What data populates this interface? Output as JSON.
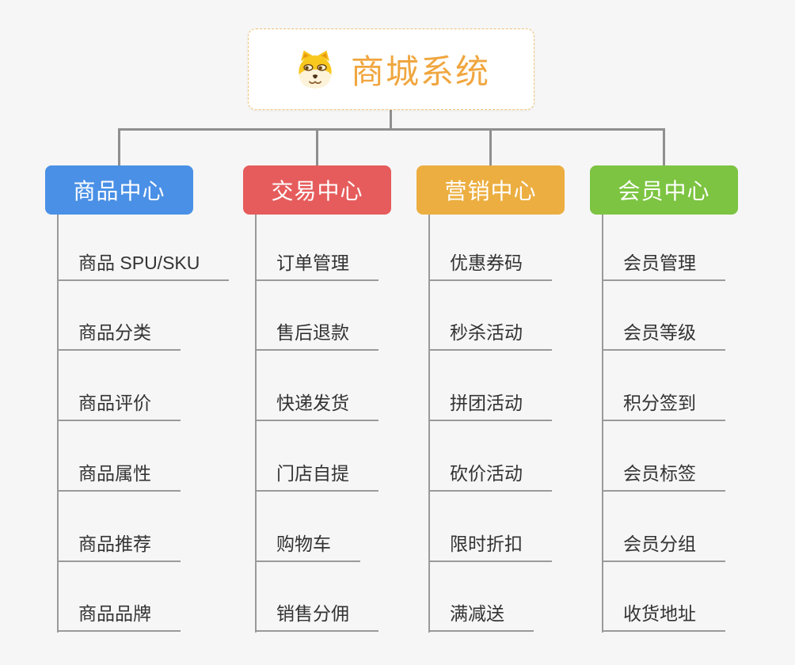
{
  "root": {
    "label": "商城系统",
    "icon": "shiba-dog-icon"
  },
  "palette": {
    "background": "#f6f6f6",
    "root_text": "#f0a63f",
    "root_border": "#f3c173",
    "connector": "#8f8f8f",
    "leaf_underline": "#9a9a9a",
    "leaf_text": "#333333",
    "branch_text": "#ffffff"
  },
  "branches": [
    {
      "label": "商品中心",
      "color": "#4a90e6",
      "items": [
        "商品 SPU/SKU",
        "商品分类",
        "商品评价",
        "商品属性",
        "商品推荐",
        "商品品牌"
      ]
    },
    {
      "label": "交易中心",
      "color": "#e65c5c",
      "items": [
        "订单管理",
        "售后退款",
        "快递发货",
        "门店自提",
        "购物车",
        "销售分佣"
      ]
    },
    {
      "label": "营销中心",
      "color": "#ecae40",
      "items": [
        "优惠券码",
        "秒杀活动",
        "拼团活动",
        "砍价活动",
        "限时折扣",
        "满减送"
      ]
    },
    {
      "label": "会员中心",
      "color": "#7cc441",
      "items": [
        "会员管理",
        "会员等级",
        "积分签到",
        "会员标签",
        "会员分组",
        "收货地址"
      ]
    }
  ]
}
